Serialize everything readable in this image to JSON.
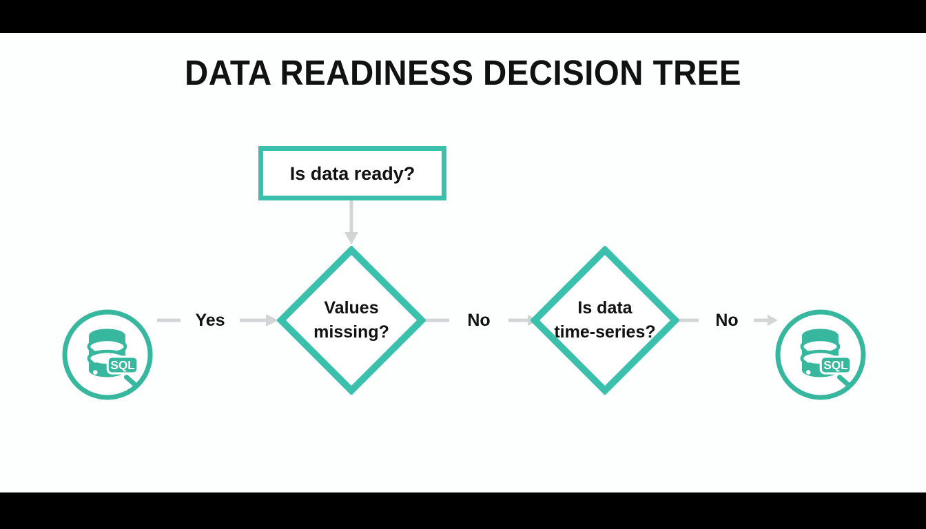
{
  "slide": {
    "title": "DATA READINESS DECISION TREE",
    "background_color": "#fdfefe",
    "letterbox_color": "#000000",
    "accent_color": "#3cc0ae",
    "icon_color": "#36b79e",
    "connector_color": "#d2d4d6",
    "text_color": "#111111"
  },
  "nodes": {
    "decision_box": {
      "label": "Is data ready?",
      "shape": "rectangle"
    },
    "diamond_values": {
      "label_line1": "Values",
      "label_line2": "missing?",
      "shape": "diamond"
    },
    "diamond_timeseries": {
      "label_line1": "Is data",
      "label_line2": "time-series?",
      "shape": "diamond"
    },
    "source_database": {
      "icon_name": "sql-database-search-icon",
      "badge_text": "SQL",
      "shape": "circle"
    },
    "output_database": {
      "icon_name": "sql-database-search-icon",
      "badge_text": "SQL",
      "shape": "circle"
    }
  },
  "edges": [
    {
      "name": "edge-yes",
      "label": "Yes",
      "from": "source_database",
      "to": "diamond_values"
    },
    {
      "name": "edge-no-1",
      "label": "No",
      "from": "diamond_values",
      "to": "diamond_timeseries"
    },
    {
      "name": "edge-no-2",
      "label": "No",
      "from": "diamond_timeseries",
      "to": "output_database"
    },
    {
      "name": "edge-box-to-diamond",
      "label": "",
      "from": "decision_box",
      "to": "diamond_values"
    }
  ]
}
